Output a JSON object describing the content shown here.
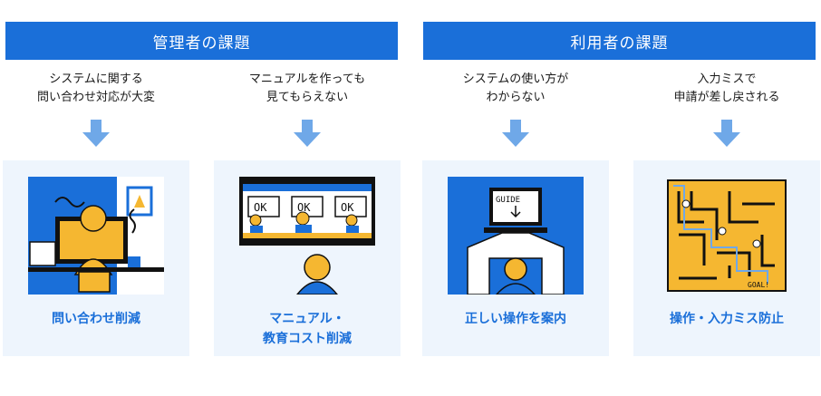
{
  "headers": {
    "admin": "管理者の課題",
    "user": "利用者の課題"
  },
  "columns": [
    {
      "problem": "システムに関する\n問い合わせ対応が大変",
      "solution": "問い合わせ削減",
      "icon": "office-worker-illustration"
    },
    {
      "problem": "マニュアルを作っても\n見てもらえない",
      "solution": "マニュアル・\n教育コスト削減",
      "icon": "training-room-illustration"
    },
    {
      "problem": "システムの使い方が\nわからない",
      "solution": "正しい操作を案内",
      "icon": "guide-monitor-illustration"
    },
    {
      "problem": "入力ミスで\n申請が差し戻される",
      "solution": "操作・入力ミス防止",
      "icon": "maze-illustration"
    }
  ],
  "illustration_text": {
    "ok": "OK",
    "guide": "GUIDE",
    "goal": "GOAL!"
  },
  "colors": {
    "primary": "#1a6fd9",
    "arrow": "#6fa8e8",
    "card_bg": "#eef5fd",
    "accent_yellow": "#f5b731"
  }
}
